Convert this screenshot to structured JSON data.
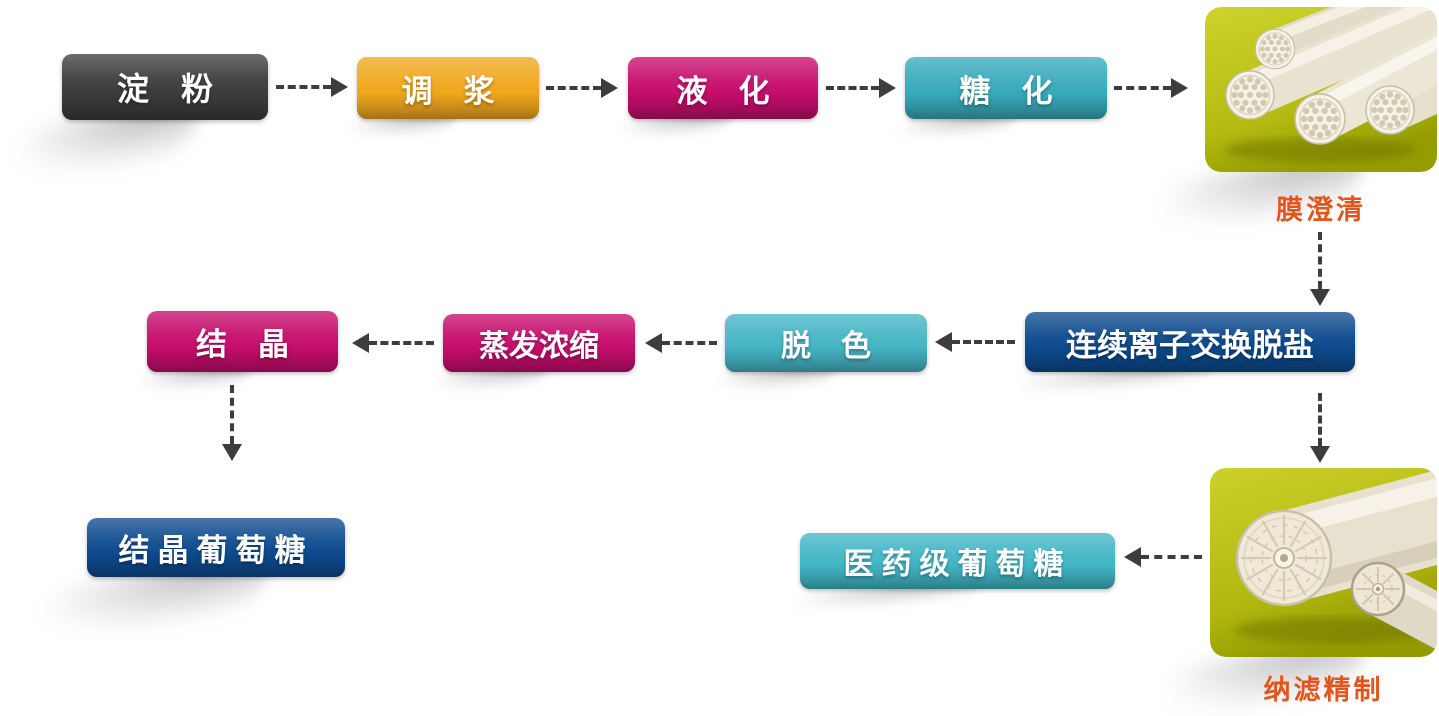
{
  "nodes": {
    "starch": {
      "label": "淀　粉",
      "color": "#3c3c3c"
    },
    "slurry": {
      "label": "调　浆",
      "color": "#f0a71d"
    },
    "liquefaction": {
      "label": "液　化",
      "color": "#c60d6c"
    },
    "saccharification": {
      "label": "糖　化",
      "color": "#38aabb"
    },
    "ion_exchange": {
      "label": "连续离子交换脱盐",
      "color": "#0d4a8e"
    },
    "decolorization": {
      "label": "脱　色",
      "color": "#45b4c4"
    },
    "evaporation": {
      "label": "蒸发浓缩",
      "color": "#c60d6c"
    },
    "crystallization": {
      "label": "结　晶",
      "color": "#c60d6c"
    },
    "crystalline_glucose": {
      "label": "结晶葡萄糖",
      "color": "#0e4b8f"
    },
    "pharma_glucose": {
      "label": "医药级葡萄糖",
      "color": "#41b5c5"
    }
  },
  "captions": {
    "membrane_clarification": "膜澄清",
    "nanofiltration_refining": "纳滤精制"
  },
  "images": {
    "membrane_tubes": "ceramic-membrane-tubes-photo",
    "nanofiltration_modules": "spiral-membrane-modules-photo"
  },
  "colors": {
    "caption_text": "#e2551c",
    "arrow": "#3d3d3d",
    "image_background": "#b3ba10",
    "page_background": "#ffffff"
  }
}
